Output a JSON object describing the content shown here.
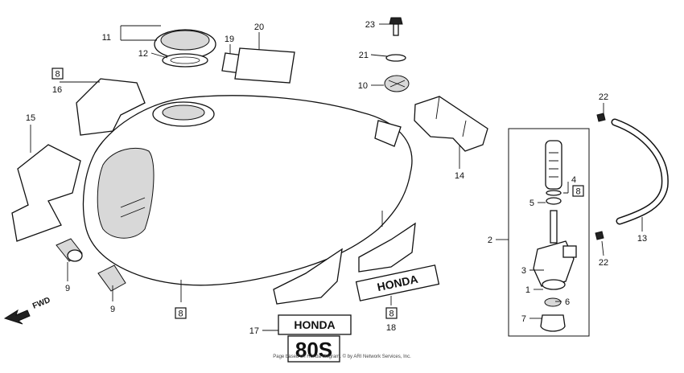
{
  "callouts": {
    "c1": "1",
    "c2": "2",
    "c3": "3",
    "c4": "4",
    "c5": "5",
    "c6": "6",
    "c7": "7",
    "c8a": "8",
    "c8b": "8",
    "c8c": "8",
    "c8d": "8",
    "c9a": "9",
    "c9b": "9",
    "c10": "10",
    "c11": "11",
    "c12": "12",
    "c13": "13",
    "c14": "14",
    "c15": "15",
    "c16": "16",
    "c17": "17",
    "c18": "18",
    "c19": "19",
    "c20": "20",
    "c21": "21",
    "c22a": "22",
    "c22b": "22",
    "c23": "23"
  },
  "decals": {
    "left_brand": "HONDA",
    "left_model": "80S",
    "right_brand": "HONDA"
  },
  "direction": {
    "label": "FWD"
  },
  "footer": {
    "text": "Page based on Honda diagram. © by ARI Network Services, Inc."
  }
}
